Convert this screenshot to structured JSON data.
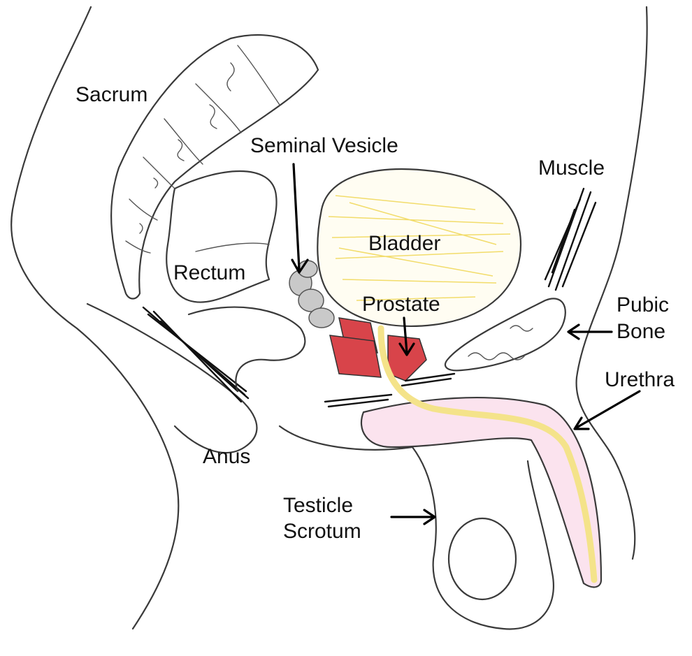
{
  "labels": {
    "sacrum": "Sacrum",
    "seminal_vesicle": "Seminal Vesicle",
    "muscle": "Muscle",
    "bladder": "Bladder",
    "rectum": "Rectum",
    "prostate": "Prostate",
    "pubic_bone_line1": "Pubic",
    "pubic_bone_line2": "Bone",
    "urethra": "Urethra",
    "anus": "Anus",
    "testicle_line1": "Testicle",
    "scrotum_line2": "Scrotum"
  },
  "colors": {
    "bladder_scribble": "#f2dc6a",
    "prostate_fill": "#d8444a",
    "seminal_vesicle_fill": "#c9c9c9",
    "urethra_fill": "#f4e38a",
    "penis_tissue": "#f2b8d0",
    "outline": "#3a3a3a",
    "muscle_hatch": "#111111"
  }
}
